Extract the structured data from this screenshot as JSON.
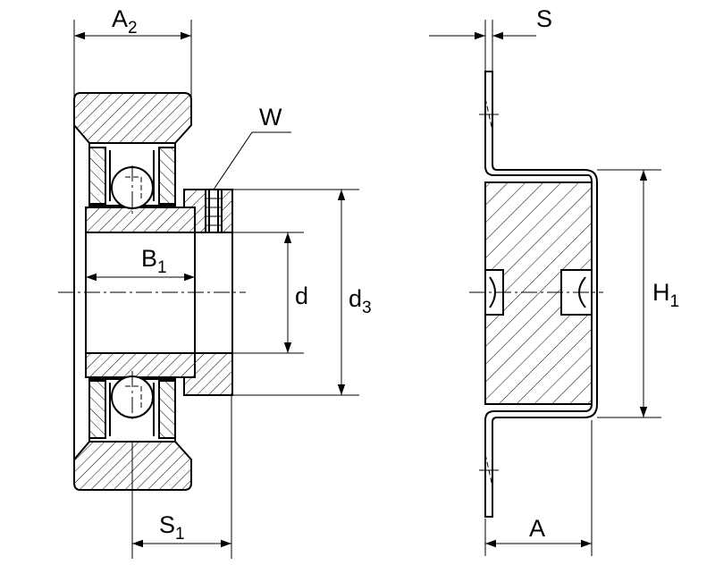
{
  "labels": {
    "A2": {
      "main": "A",
      "sub": "2"
    },
    "W": {
      "main": "W"
    },
    "B1": {
      "main": "B",
      "sub": "1"
    },
    "d": {
      "main": "d"
    },
    "d3": {
      "main": "d",
      "sub": "3"
    },
    "S1": {
      "main": "S",
      "sub": "1"
    },
    "S": {
      "main": "S"
    },
    "H1": {
      "main": "H",
      "sub": "1"
    },
    "A": {
      "main": "A"
    }
  }
}
